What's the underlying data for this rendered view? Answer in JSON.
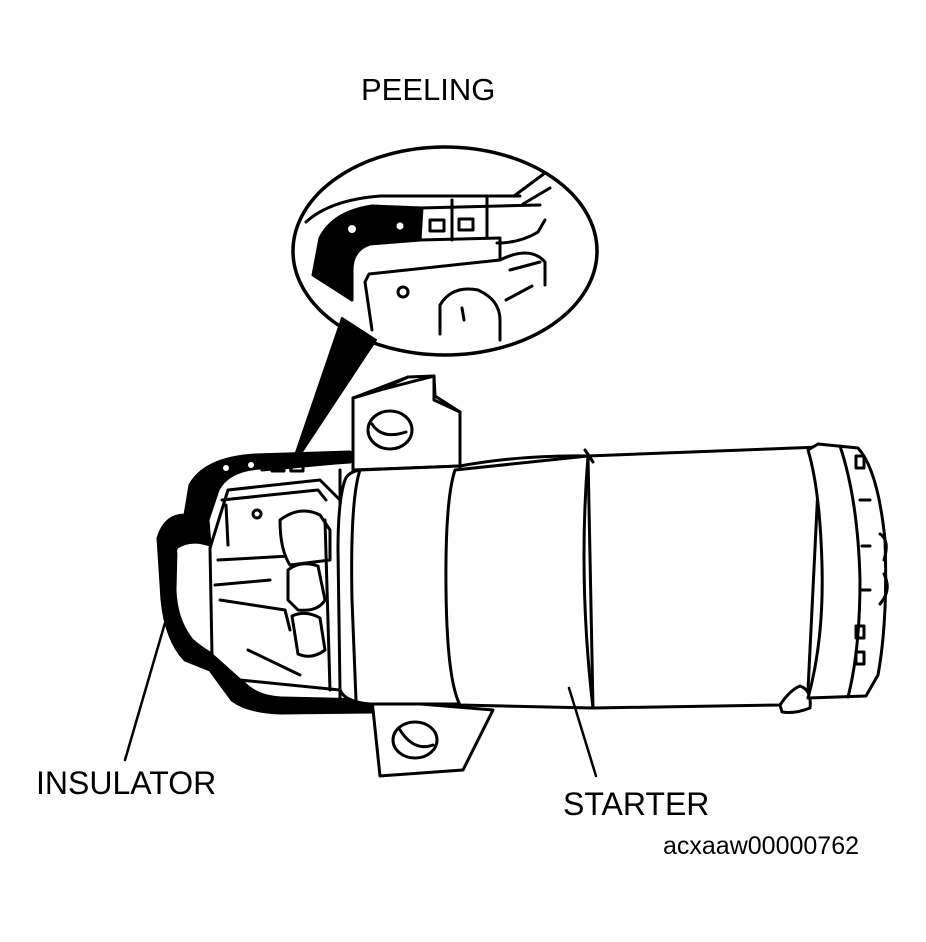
{
  "labels": {
    "peeling": "PEELING",
    "insulator": "INSULATOR",
    "starter": "STARTER",
    "figure_id": "acxaaw00000762"
  },
  "colors": {
    "ink": "#000000",
    "paper": "#ffffff"
  }
}
